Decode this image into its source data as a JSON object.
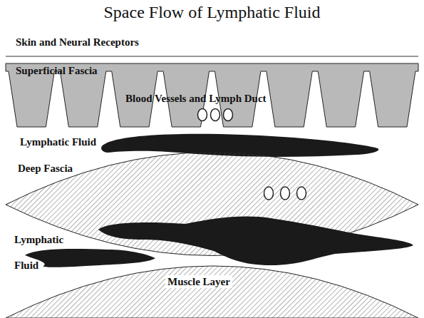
{
  "diagram": {
    "title": "Space Flow of Lymphatic Fluid",
    "nodes": [
      {
        "text": [
          "Skin and Neural Receptors"
        ]
      },
      {
        "text": [
          "Superficial Fascia",
          "Blood Vessels and Lymph Duct"
        ]
      },
      {
        "text": [
          "Deep Fascia"
        ]
      },
      {
        "text": [
          "Muscle Layer"
        ]
      }
    ],
    "labels": [
      "Lymphatic Fluid",
      "Lymphatic Fluid"
    ]
  }
}
